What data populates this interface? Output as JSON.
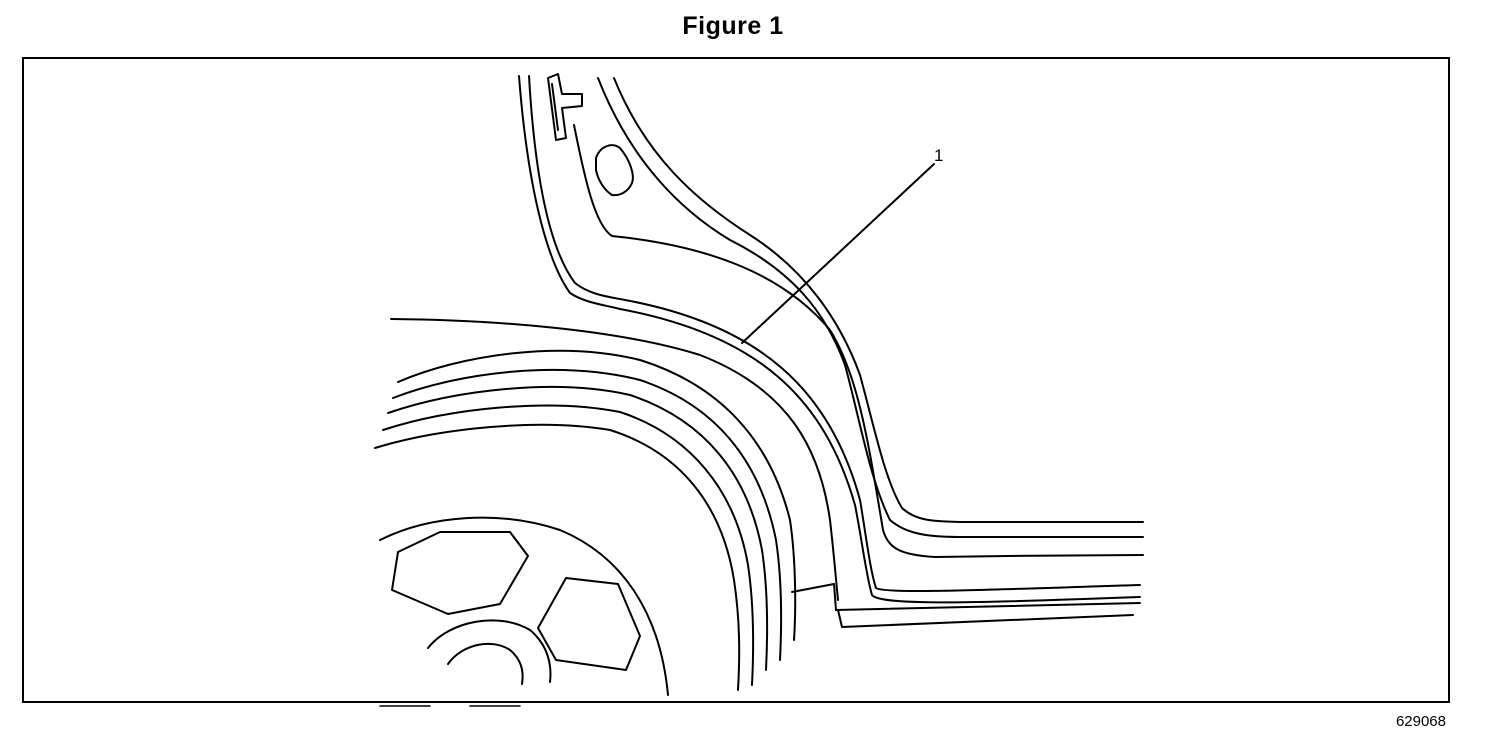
{
  "figure": {
    "title": "Figure 1",
    "callout_label": "1",
    "figure_id": "629068"
  }
}
